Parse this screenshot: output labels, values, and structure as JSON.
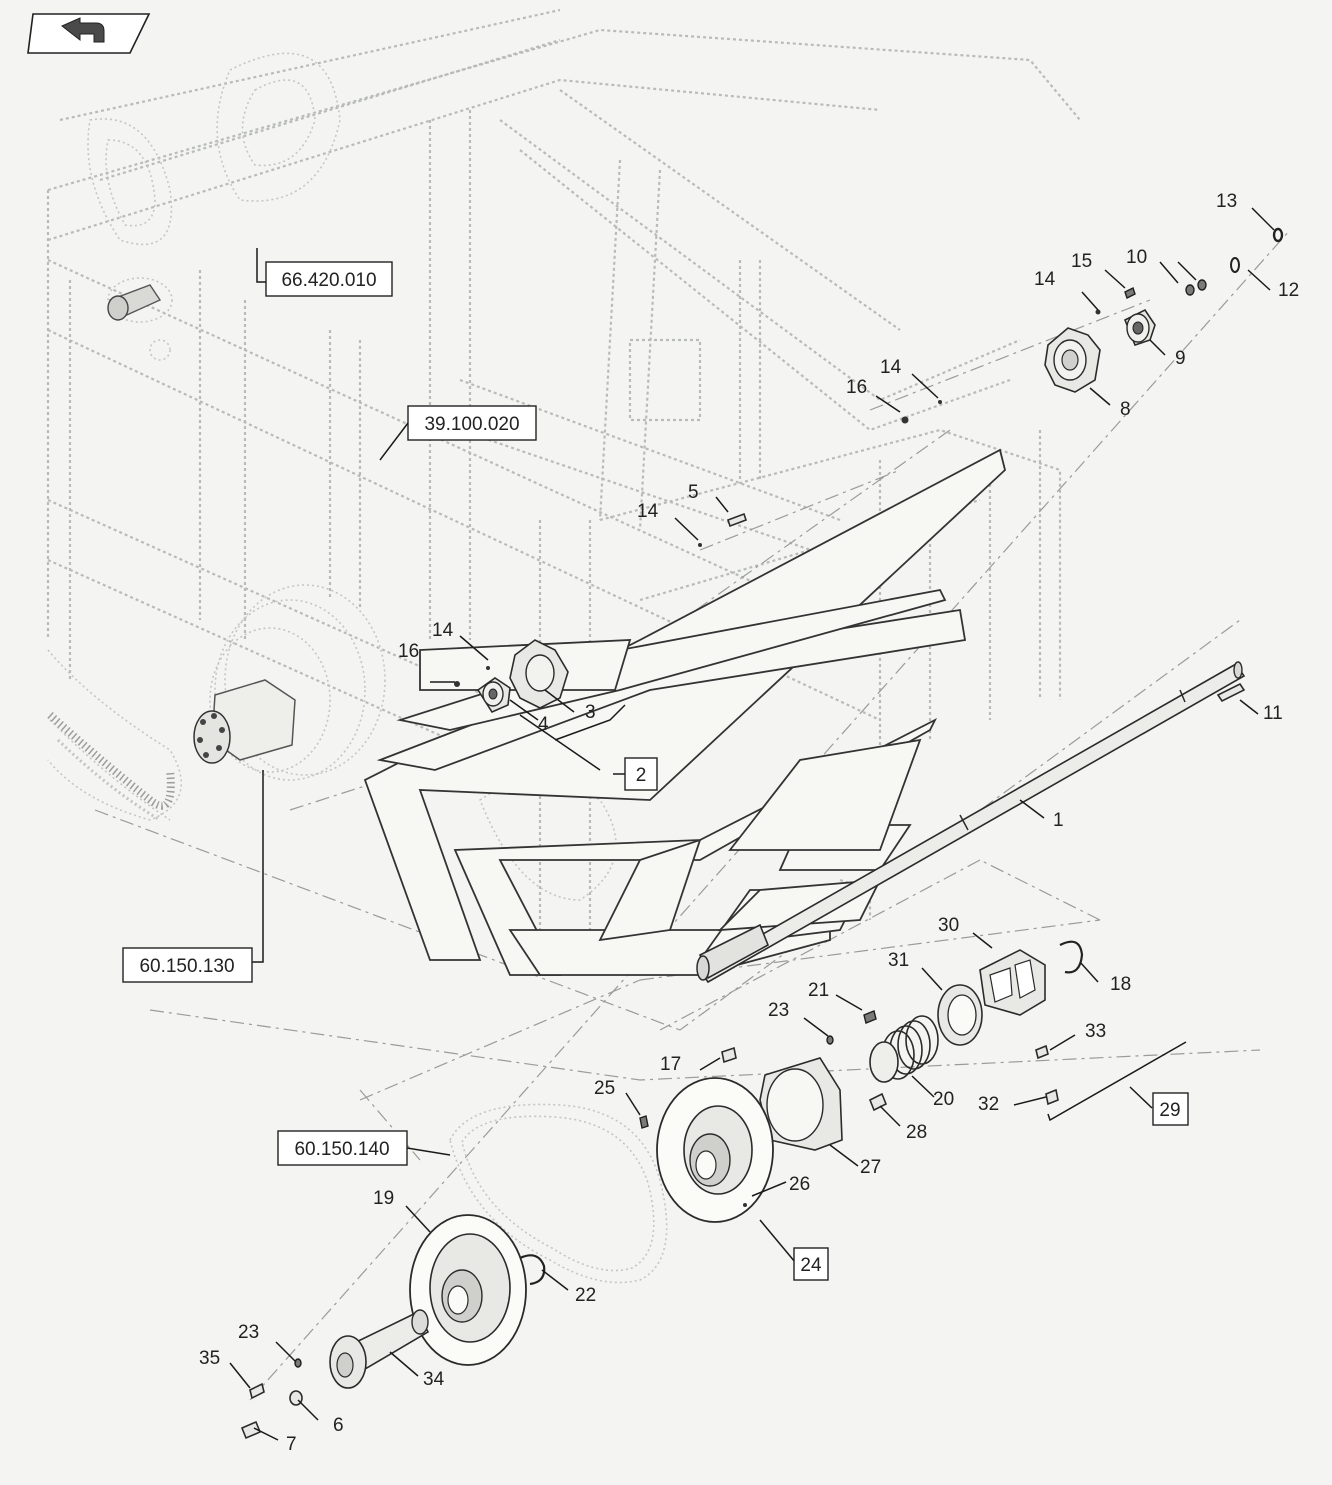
{
  "nav": {
    "icon": "return-arrow-icon"
  },
  "refs": {
    "r66420010": "66.420.010",
    "r39100020": "39.100.020",
    "r60150130": "60.150.130",
    "r60150140": "60.150.140"
  },
  "kits": {
    "k2": "2",
    "k24": "24",
    "k29": "29"
  },
  "callouts": {
    "c1": "1",
    "c3": "3",
    "c4": "4",
    "c5": "5",
    "c6": "6",
    "c7": "7",
    "c8": "8",
    "c9": "9",
    "c10": "10",
    "c11": "11",
    "c12": "12",
    "c13": "13",
    "c14a": "14",
    "c14b": "14",
    "c14c": "14",
    "c14d": "14",
    "c15": "15",
    "c16a": "16",
    "c16b": "16",
    "c17": "17",
    "c18": "18",
    "c19": "19",
    "c20": "20",
    "c21": "21",
    "c22": "22",
    "c23a": "23",
    "c23b": "23",
    "c25": "25",
    "c26": "26",
    "c27": "27",
    "c28": "28",
    "c30": "30",
    "c31": "31",
    "c32": "32",
    "c33": "33",
    "c34": "34",
    "c35": "35"
  }
}
